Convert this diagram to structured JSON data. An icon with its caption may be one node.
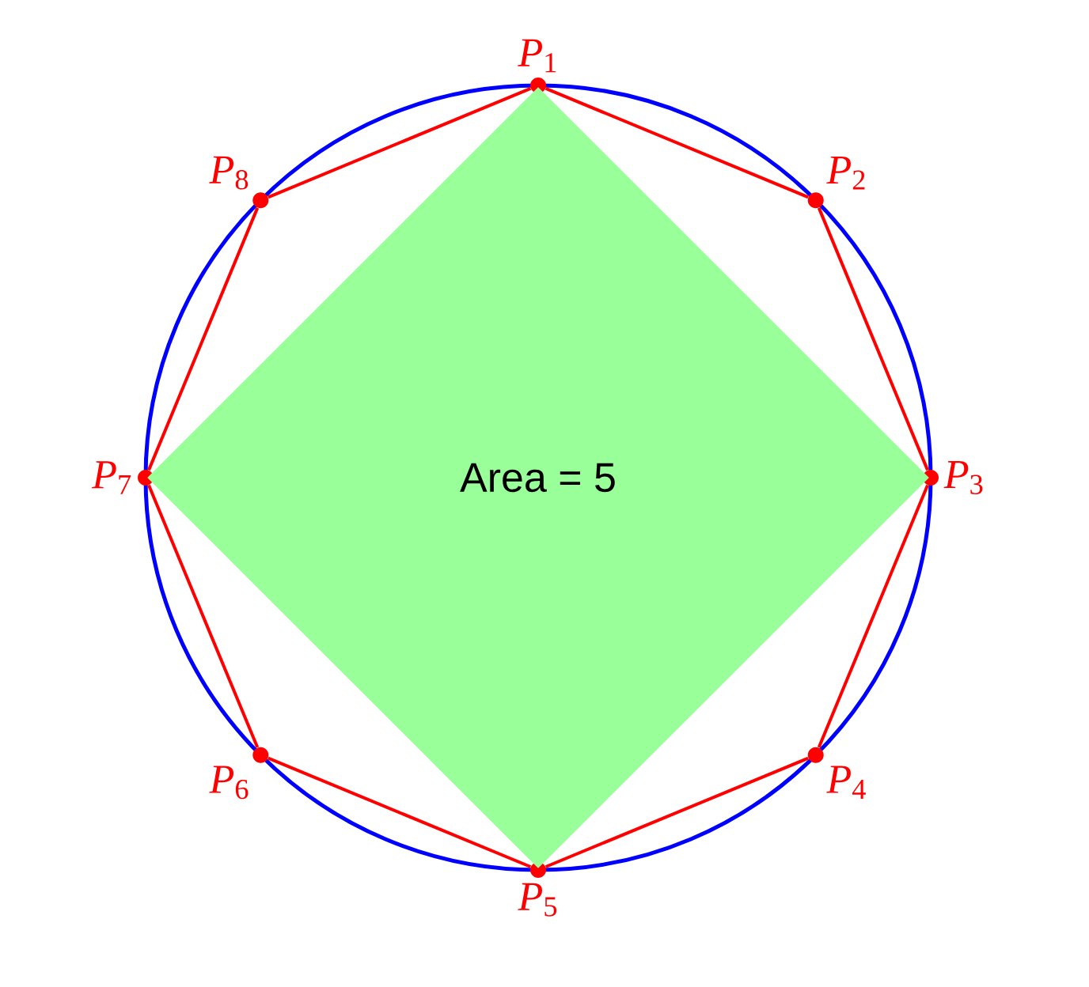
{
  "diagram": {
    "nodes": [
      {
        "text": [
          "*P*$_{1}$"
        ]
      },
      {
        "text": [
          "*P*$_{2}$"
        ]
      },
      {
        "text": [
          "*P*$_{3}$"
        ]
      },
      {
        "text": [
          "*P*$_{4}$"
        ]
      },
      {
        "text": [
          "*P*$_{5}$"
        ]
      },
      {
        "text": [
          "*P*$_{6}$"
        ]
      },
      {
        "text": [
          "*P*$_{7}$"
        ]
      },
      {
        "text": [
          "*P*$_{8}$"
        ]
      },
      {
        "text": [
          "Area = 5"
        ]
      }
    ],
    "edges": [
      {
        "from": 0,
        "to": 1,
        "arrow": "none"
      },
      {
        "from": 1,
        "to": 2,
        "arrow": "none"
      },
      {
        "from": 2,
        "to": 3,
        "arrow": "none"
      },
      {
        "from": 3,
        "to": 4,
        "arrow": "none"
      },
      {
        "from": 4,
        "to": 5,
        "arrow": "none"
      },
      {
        "from": 5,
        "to": 6,
        "arrow": "none"
      },
      {
        "from": 6,
        "to": 7,
        "arrow": "none"
      },
      {
        "from": 7,
        "to": 0,
        "arrow": "none"
      }
    ]
  }
}
